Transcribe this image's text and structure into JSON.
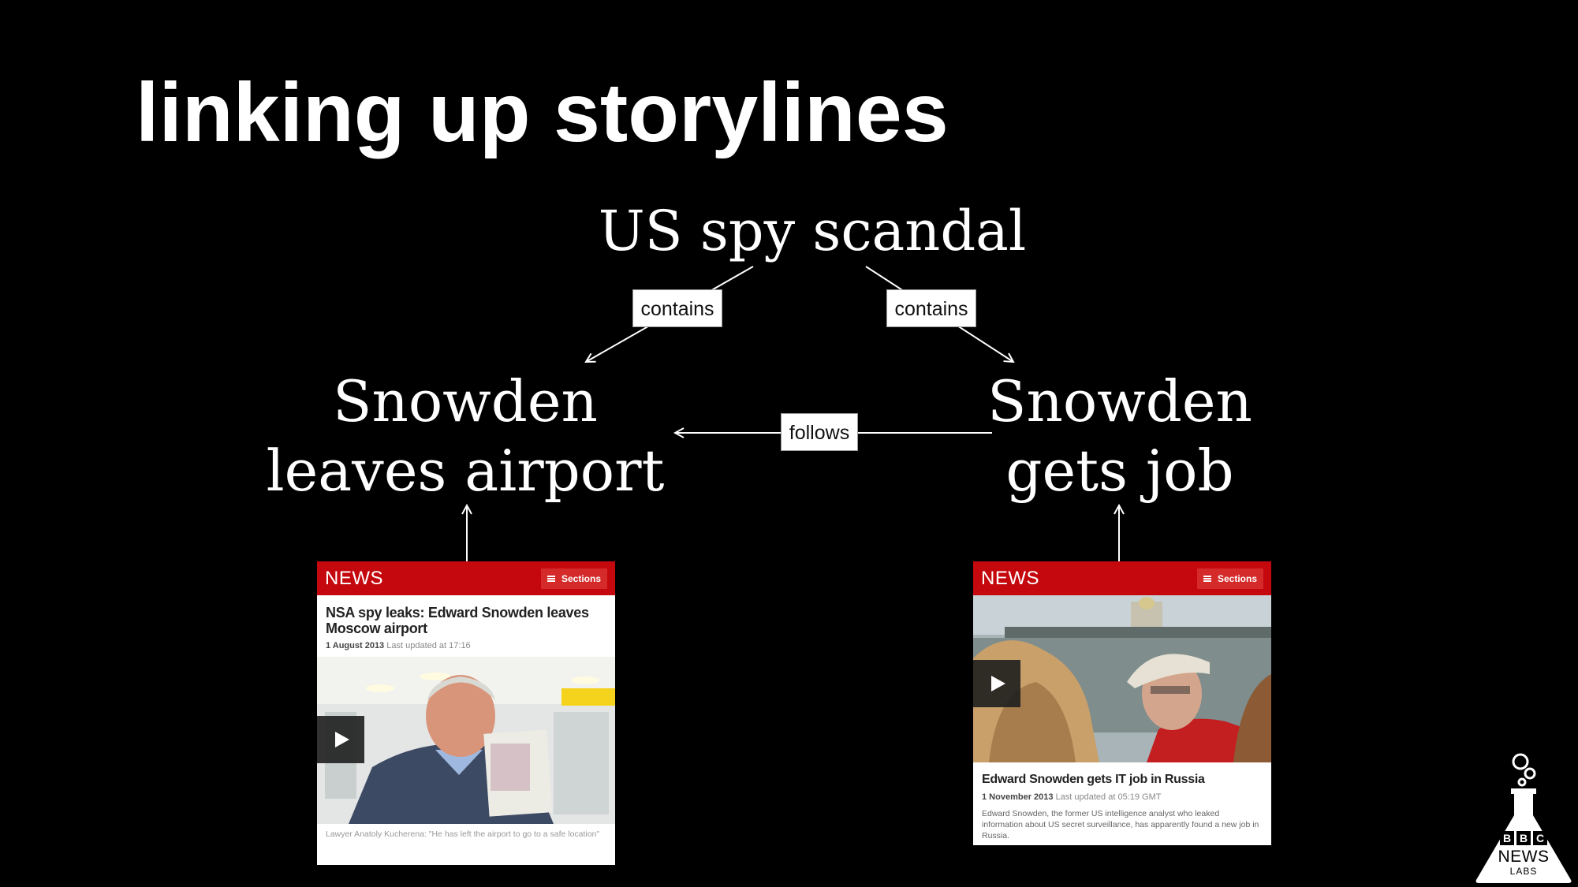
{
  "slide": {
    "title": "linking up storylines"
  },
  "diagram": {
    "nodes": {
      "top": "US spy scandal",
      "left_line1": "Snowden",
      "left_line2": "leaves airport",
      "right_line1": "Snowden",
      "right_line2": "gets job"
    },
    "edges": {
      "top_to_left": "contains",
      "top_to_right": "contains",
      "right_to_left": "follows"
    }
  },
  "cards": {
    "left": {
      "brand": "NEWS",
      "sections_label": "Sections",
      "headline": "NSA spy leaks: Edward Snowden leaves Moscow airport",
      "date": "1 August 2013",
      "updated": "Last updated at 17:16",
      "caption": "Lawyer Anatoly Kucherena: \"He has left the airport to go to a safe location\""
    },
    "right": {
      "brand": "NEWS",
      "sections_label": "Sections",
      "headline": "Edward Snowden gets IT job in Russia",
      "date": "1 November 2013",
      "updated": "Last updated at 05:19 GMT",
      "summary": "Edward Snowden, the former US intelligence analyst who leaked information about US secret surveillance, has apparently found a new job in Russia."
    }
  },
  "logo": {
    "bbc_letters": [
      "B",
      "B",
      "C"
    ],
    "news": "NEWS",
    "labs": "LABS"
  },
  "colors": {
    "background": "#000000",
    "text": "#ffffff",
    "bbc_red": "#c4080d"
  }
}
